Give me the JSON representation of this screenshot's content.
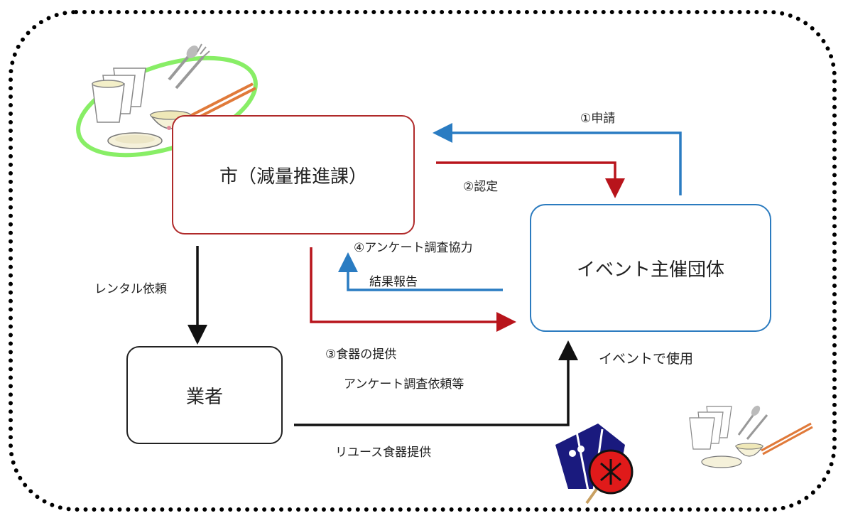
{
  "nodes": {
    "city": "市（減量推進課）",
    "organizer": "イベント主催団体",
    "vendor": "業者"
  },
  "labels": {
    "apply": "①申請",
    "certify": "②認定",
    "provide": "③食器の提供",
    "survey_request": "アンケート調査依頼等",
    "survey_coop": "④アンケート調査協力",
    "result_report": "結果報告",
    "rental_request": "レンタル依頼",
    "use_at_event": "イベントで使用",
    "reuse_provide": "リユース食器提供"
  },
  "colors": {
    "city_border": "#b02a2a",
    "organizer_border": "#2b7bbf",
    "arrow_red": "#b8141b",
    "arrow_blue": "#2a7cc2",
    "arrow_black": "#111111",
    "frame": "#000000"
  },
  "icons": [
    "reusable-tableware-icon",
    "festival-happi-uchiwa-icon"
  ]
}
